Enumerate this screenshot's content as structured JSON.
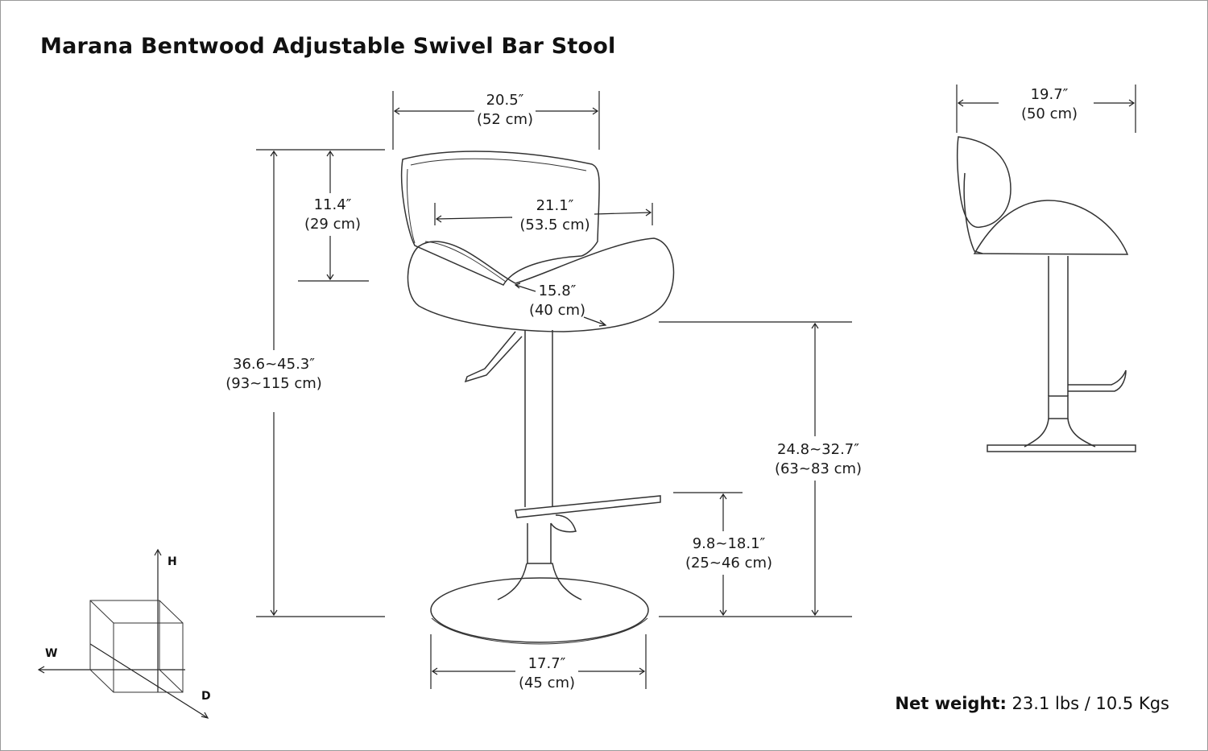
{
  "title": "Marana Bentwood Adjustable Swivel Bar Stool",
  "dimensions": {
    "back_width": {
      "in": "20.5″",
      "cm": "(52 cm)"
    },
    "side_depth": {
      "in": "19.7″",
      "cm": "(50 cm)"
    },
    "back_height": {
      "in": "11.4″",
      "cm": "(29 cm)"
    },
    "seat_width": {
      "in": "21.1″",
      "cm": "(53.5 cm)"
    },
    "seat_depth": {
      "in": "15.8″",
      "cm": "(40 cm)"
    },
    "total_height": {
      "in": "36.6~45.3″",
      "cm": "(93~115 cm)"
    },
    "seat_height": {
      "in": "24.8~32.7″",
      "cm": "(63~83 cm)"
    },
    "footrest_height": {
      "in": "9.8~18.1″",
      "cm": "(25~46 cm)"
    },
    "base_diameter": {
      "in": "17.7″",
      "cm": "(45 cm)"
    }
  },
  "axes": {
    "h": "H",
    "w": "W",
    "d": "D"
  },
  "net_weight": {
    "label": "Net weight:",
    "value": "23.1 lbs / 10.5 Kgs"
  }
}
